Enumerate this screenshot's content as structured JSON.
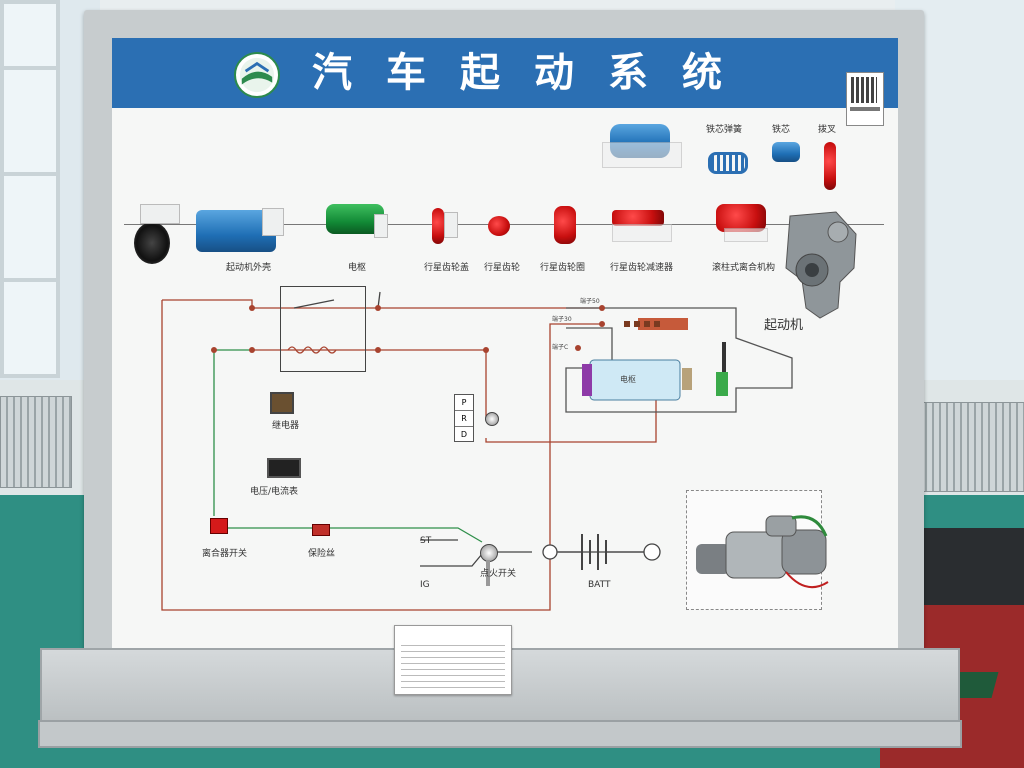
{
  "banner": {
    "title": "汽车起动系统"
  },
  "parts": {
    "housing": "起动机外壳",
    "armature": "电枢",
    "planet_cover": "行星齿轮盖",
    "planet_gear": "行星齿轮",
    "ring_gear": "行星齿轮圈",
    "reducer": "行星齿轮减速器",
    "clutch": "滚柱式离合机构",
    "core_spring": "铁芯弹簧",
    "core": "铁芯",
    "fork": "拨叉",
    "starter": "起动机"
  },
  "circuit": {
    "relay": "继电器",
    "meter": "电压/电流表",
    "clutch_switch": "离合器开关",
    "fuse": "保险丝",
    "ignition_switch": "点火开关",
    "st": "ST",
    "ig": "IG",
    "batt": "BATT",
    "terminal50": "端子50",
    "terminal30": "端子30",
    "terminalc": "端子C",
    "gear_p": "P",
    "gear_r": "R",
    "gear_d": "D",
    "armature_core": "电枢"
  },
  "colors": {
    "banner": "#2b6fb3",
    "wire_red": "#a8432f",
    "wire_green": "#2f8f4a"
  }
}
